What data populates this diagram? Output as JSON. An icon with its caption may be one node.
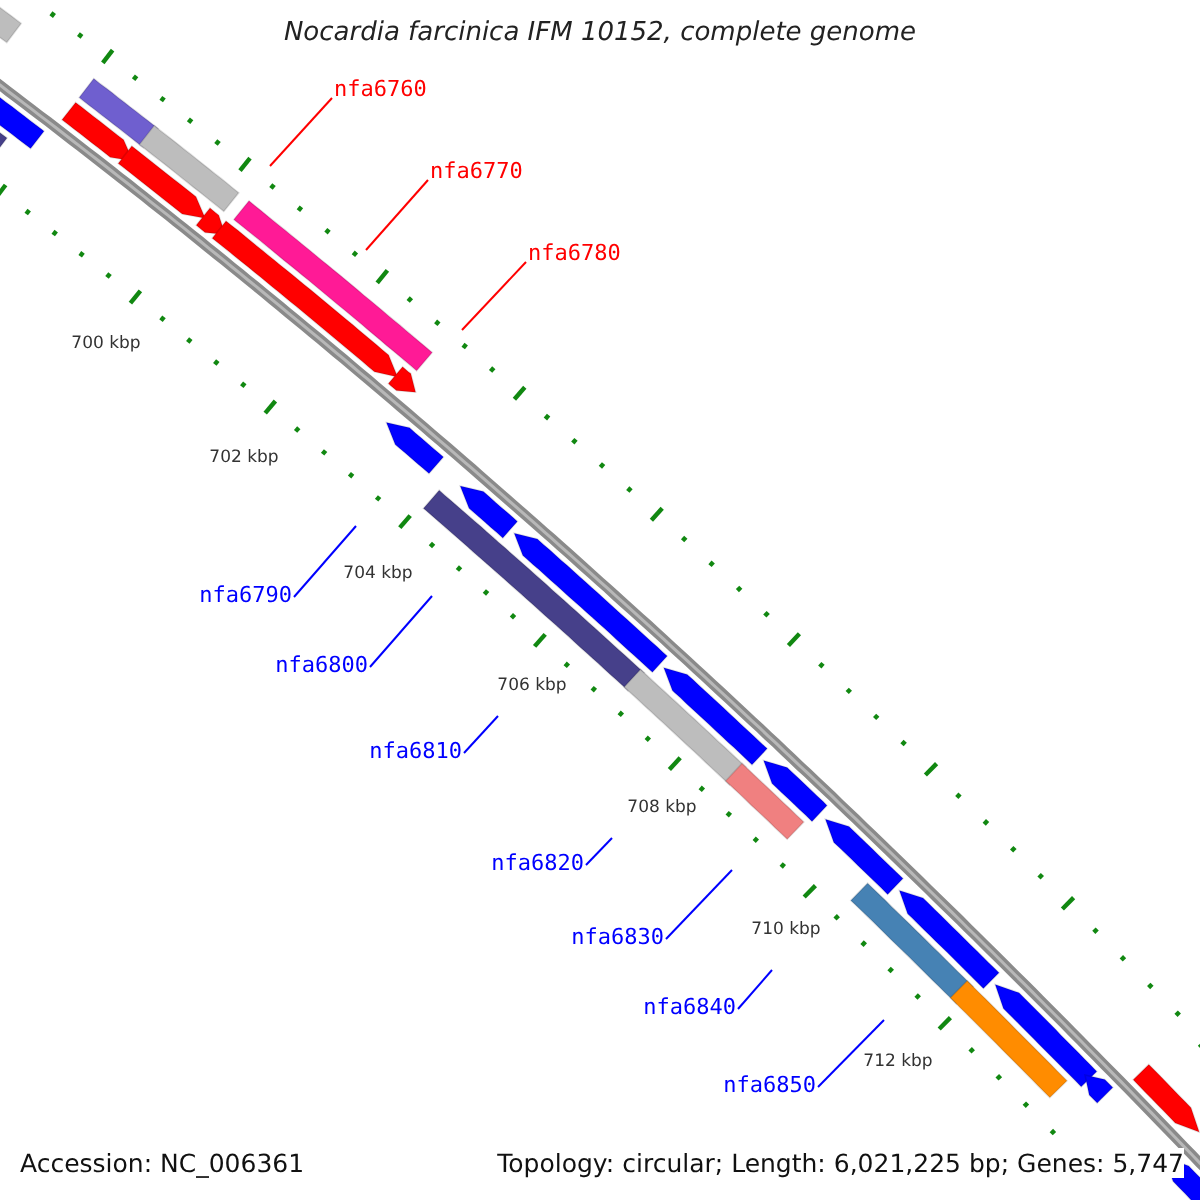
{
  "diagram": {
    "title": "Nocardia farcinica IFM 10152, complete genome",
    "nodes": [
      {
        "text": [
          "nfa6760"
        ]
      },
      {
        "text": [
          "nfa6770"
        ]
      },
      {
        "text": [
          "nfa6780"
        ]
      },
      {
        "text": [
          "nfa6790"
        ]
      },
      {
        "text": [
          "nfa6800"
        ]
      },
      {
        "text": [
          "nfa6810"
        ]
      },
      {
        "text": [
          "nfa6820"
        ]
      },
      {
        "text": [
          "nfa6830"
        ]
      },
      {
        "text": [
          "nfa6840"
        ]
      },
      {
        "text": [
          "nfa6850"
        ]
      }
    ],
    "edges": [
      {
        "from": 0,
        "to": null,
        "arrow": "none",
        "color": "#ff0000"
      },
      {
        "from": 1,
        "to": null,
        "arrow": "none",
        "color": "#ff0000"
      },
      {
        "from": 2,
        "to": null,
        "arrow": "none",
        "color": "#ff0000"
      },
      {
        "from": 3,
        "to": null,
        "arrow": "none"
      },
      {
        "from": 4,
        "to": null,
        "arrow": "none"
      },
      {
        "from": 5,
        "to": null,
        "arrow": "none"
      },
      {
        "from": 6,
        "to": null,
        "arrow": "none"
      },
      {
        "from": 7,
        "to": null,
        "arrow": "none"
      },
      {
        "from": 8,
        "to": null,
        "arrow": "none"
      },
      {
        "from": 9,
        "to": null,
        "arrow": "none"
      }
    ],
    "labels": [
      "700 kbp",
      "702 kbp",
      "704 kbp",
      "706 kbp",
      "708 kbp",
      "710 kbp",
      "712 kbp",
      "Accession: NC_006361",
      "Topology: circular; Length: 6,021,225 bp; Genes: 5,747"
    ]
  }
}
